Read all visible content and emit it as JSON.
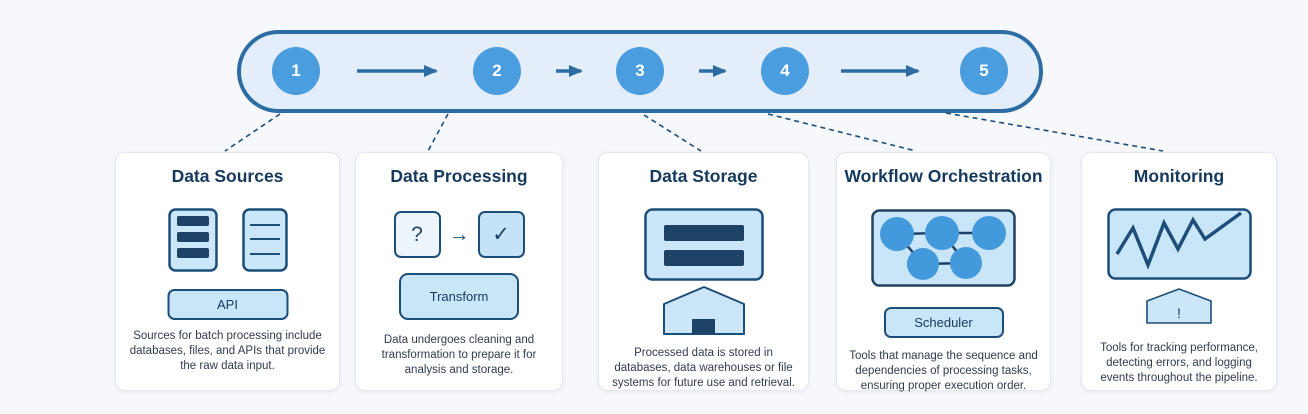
{
  "pipeline": {
    "steps": [
      {
        "number": "1"
      },
      {
        "number": "2"
      },
      {
        "number": "3"
      },
      {
        "number": "4"
      },
      {
        "number": "5"
      }
    ]
  },
  "cards": [
    {
      "title": "Data Sources",
      "badge": "API",
      "description": "Sources for batch processing include databases, files, and APIs that provide the raw data input."
    },
    {
      "title": "Data Processing",
      "question_glyph": "?",
      "arrow_glyph": "→",
      "check_glyph": "✓",
      "badge": "Transform",
      "description": "Data undergoes cleaning and transformation to prepare it for analysis and storage."
    },
    {
      "title": "Data Storage",
      "description": "Processed data is stored in databases, data warehouses or file systems for future use and retrieval."
    },
    {
      "title": "Workflow Orchestration",
      "badge": "Scheduler",
      "description": "Tools that manage the sequence and dependencies of processing tasks, ensuring proper execution order."
    },
    {
      "title": "Monitoring",
      "alert_glyph": "!",
      "description": "Tools for tracking performance, detecting errors, and logging events throughout the pipeline."
    }
  ],
  "icons": {
    "card1": [
      "database-icon",
      "document-icon"
    ],
    "card2": [
      "question-box-icon",
      "arrow-icon",
      "check-box-icon"
    ],
    "card3": [
      "storage-drive-icon",
      "warehouse-icon"
    ],
    "card4": [
      "dag-graph-icon"
    ],
    "card5": [
      "line-chart-monitor-icon",
      "alert-house-icon"
    ]
  },
  "colors": {
    "background": "#f6f8fb",
    "pill_fill": "#e3eefa",
    "pill_border": "#2e6da4",
    "step_circle": "#4a9ddf",
    "icon_fill": "#cbe6f9",
    "dark_navy": "#1d4e79",
    "title_navy": "#16395d",
    "dag_node": "#429add"
  }
}
